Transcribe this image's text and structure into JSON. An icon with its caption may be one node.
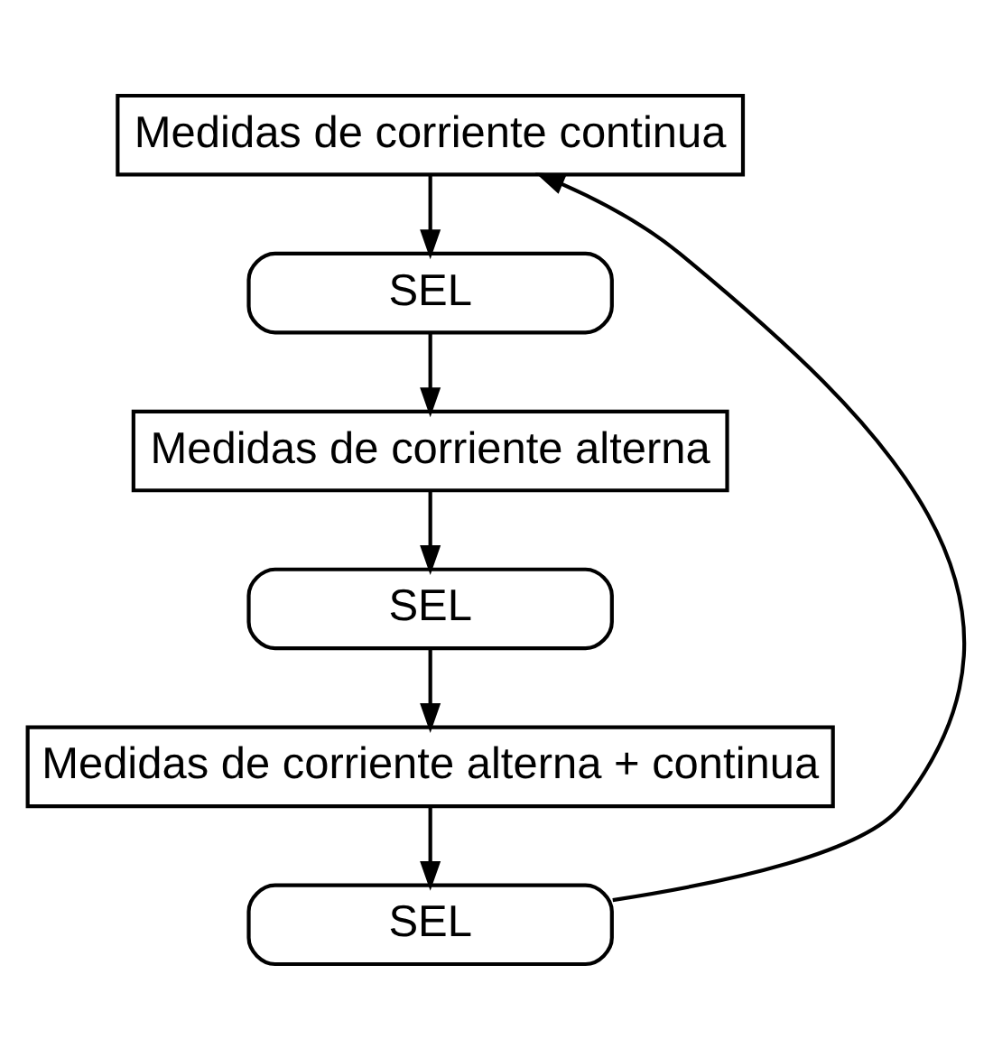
{
  "diagram": {
    "nodes": [
      {
        "text": [
          "Medidas de corriente continua"
        ]
      },
      {
        "text": [
          "SEL"
        ]
      },
      {
        "text": [
          "Medidas de corriente alterna"
        ]
      },
      {
        "text": [
          "SEL"
        ]
      },
      {
        "text": [
          "Medidas de corriente alterna + continua"
        ]
      },
      {
        "text": [
          "SEL"
        ]
      }
    ],
    "edges": [
      {
        "from": 0,
        "to": 1,
        "arrow": "to"
      },
      {
        "from": 1,
        "to": 2,
        "arrow": "to"
      },
      {
        "from": 2,
        "to": 3,
        "arrow": "to"
      },
      {
        "from": 3,
        "to": 4,
        "arrow": "to"
      },
      {
        "from": 4,
        "to": 5,
        "arrow": "to"
      },
      {
        "from": 5,
        "to": 0,
        "arrow": "to"
      }
    ]
  }
}
